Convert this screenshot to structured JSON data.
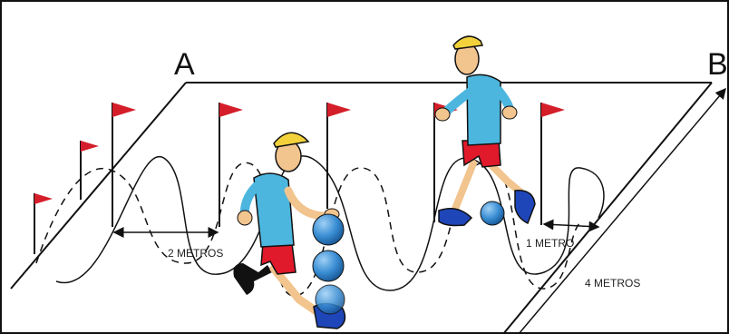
{
  "labels": {
    "point_a": "A",
    "point_b": "B",
    "dist_2": "2 METROS",
    "dist_1": "1 METRO",
    "dist_4": "4 METROS"
  },
  "colors": {
    "flag": "#d41e2a",
    "shirt": "#4cb6df",
    "shorts": "#e0192b",
    "hat": "#f2d13b",
    "skin": "#f2c48e",
    "ball": "#3a8ed4",
    "shoe": "#1f46b8"
  },
  "icons": [
    "flag-icon",
    "player-dribbling-icon",
    "player-walking-icon",
    "ball-icon"
  ]
}
